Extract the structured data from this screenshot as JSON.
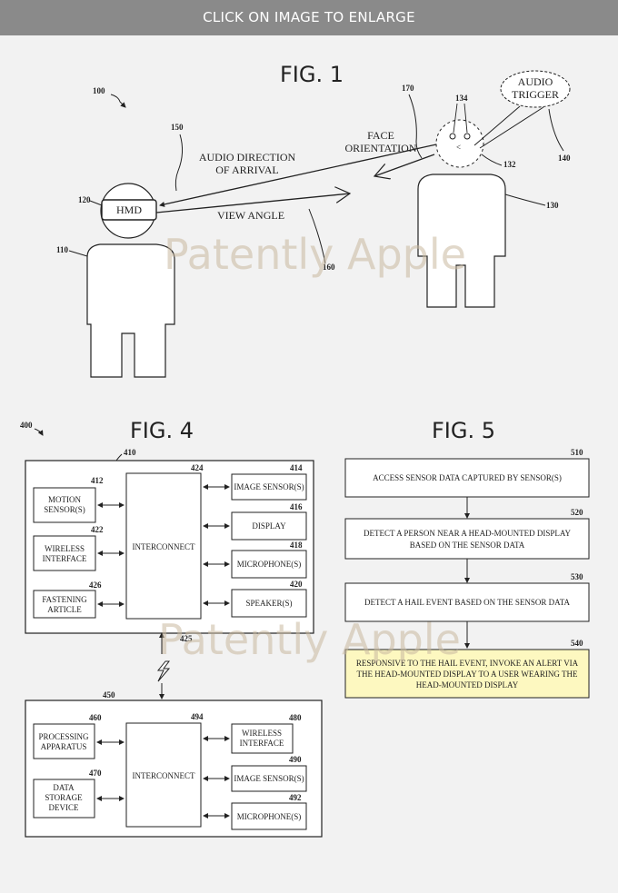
{
  "banner": {
    "text": "CLICK ON IMAGE TO ENLARGE"
  },
  "watermark": "Patently Apple",
  "fig1": {
    "title": "FIG. 1",
    "ref_100": "100",
    "ref_110": "110",
    "ref_120": "120",
    "hmd": "HMD",
    "ref_150": "150",
    "audio_dir_1": "AUDIO DIRECTION",
    "audio_dir_2": "OF ARRIVAL",
    "view_angle": "VIEW ANGLE",
    "ref_160": "160",
    "ref_170": "170",
    "face_1": "FACE",
    "face_2": "ORIENTATION",
    "ref_134": "134",
    "ref_132": "132",
    "audio_trigger_1": "AUDIO",
    "audio_trigger_2": "TRIGGER",
    "ref_140": "140",
    "ref_130": "130"
  },
  "fig4": {
    "title": "FIG. 4",
    "ref_400": "400",
    "ref_410": "410",
    "ref_424": "424",
    "ref_412": "412",
    "motion": [
      "MOTION",
      "SENSOR(S)"
    ],
    "ref_422": "422",
    "wireless": [
      "WIRELESS",
      "INTERFACE"
    ],
    "ref_426": "426",
    "fastening": [
      "FASTENING",
      "ARTICLE"
    ],
    "interconnect": "INTERCONNECT",
    "ref_414": "414",
    "image_sensor": "IMAGE SENSOR(S)",
    "ref_416": "416",
    "display": "DISPLAY",
    "ref_418": "418",
    "microphone": "MICROPHONE(S)",
    "ref_420": "420",
    "speaker": "SPEAKER(S)",
    "ref_425": "425",
    "ref_450": "450",
    "ref_460": "460",
    "processing": [
      "PROCESSING",
      "APPARATUS"
    ],
    "ref_470": "470",
    "data_storage": [
      "DATA",
      "STORAGE",
      "DEVICE"
    ],
    "ref_494": "494",
    "interconnect2": "INTERCONNECT",
    "ref_480": "480",
    "wireless2": [
      "WIRELESS",
      "INTERFACE"
    ],
    "ref_490": "490",
    "image_sensor2": "IMAGE SENSOR(S)",
    "ref_492": "492",
    "microphone2": "MICROPHONE(S)"
  },
  "fig5": {
    "title": "FIG. 5",
    "ref_510": "510",
    "step1": "ACCESS SENSOR DATA CAPTURED BY SENSOR(S)",
    "ref_520": "520",
    "step2": [
      "DETECT A PERSON NEAR A HEAD-MOUNTED DISPLAY",
      "BASED ON THE SENSOR DATA"
    ],
    "ref_530": "530",
    "step3": "DETECT A HAIL EVENT BASED ON THE SENSOR DATA",
    "ref_540": "540",
    "step4": [
      "RESPONSIVE TO THE HAIL EVENT, INVOKE AN ALERT VIA",
      "THE HEAD-MOUNTED DISPLAY TO A USER WEARING THE",
      "HEAD-MOUNTED DISPLAY"
    ],
    "highlight_color": "#fdf8c0"
  }
}
